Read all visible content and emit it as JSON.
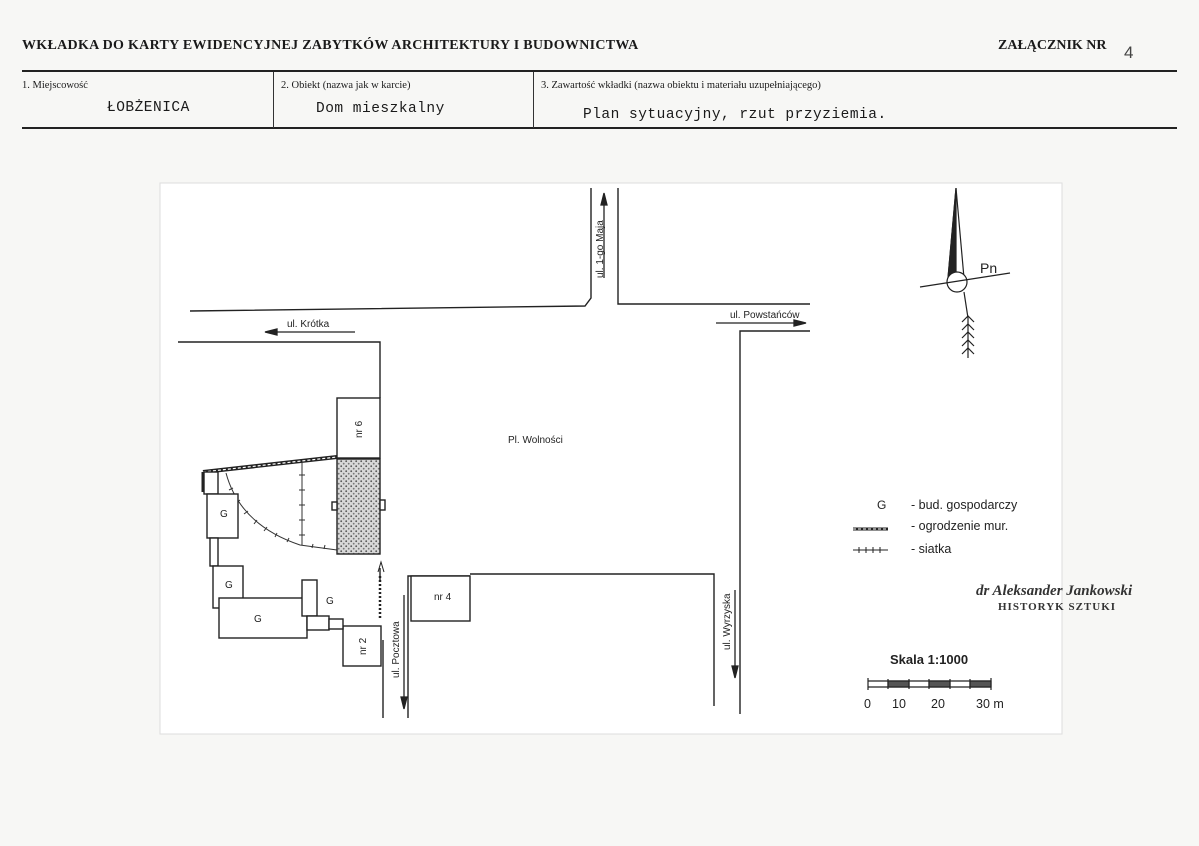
{
  "header": {
    "title": "WKŁADKA DO KARTY EWIDENCYJNEJ ZABYTKÓW ARCHITEKTURY I BUDOWNICTWA",
    "attachment_label": "ZAŁĄCZNIK NR",
    "attachment_number": "4"
  },
  "fields": [
    {
      "label": "1. Miejscowość",
      "value": "ŁOBŻENICA"
    },
    {
      "label": "2. Obiekt (nazwa jak w karcie)",
      "value": "Dom mieszkalny"
    },
    {
      "label": "3. Zawartość wkładki (nazwa obiektu i materiału uzupełniającego)",
      "value": "Plan sytuacyjny, rzut przyziemia."
    }
  ],
  "map": {
    "streets": {
      "maja": "ul. 1-go Maja",
      "krotka": "ul. Krótka",
      "powstancow": "ul. Powstańców",
      "pocztowa": "ul. Pocztowa",
      "wyrzyska": "ul. Wyrzyska"
    },
    "square": "Pl. Wolności",
    "buildings": {
      "nr6": "nr 6",
      "nr4": "nr 4",
      "nr2": "nr 2",
      "g": "G"
    },
    "north_label": "Pn",
    "legend": [
      {
        "symbol": "G",
        "text": "- bud. gospodarczy"
      },
      {
        "symbol": "",
        "text": "- ogrodzenie mur."
      },
      {
        "symbol": "",
        "text": "- siatka"
      }
    ],
    "scale": {
      "title": "Skala 1:1000",
      "ticks": [
        "0",
        "10",
        "20",
        "30 m"
      ]
    }
  },
  "signature": {
    "name": "dr Aleksander Jankowski",
    "title": "HISTORYK SZTUKI"
  }
}
